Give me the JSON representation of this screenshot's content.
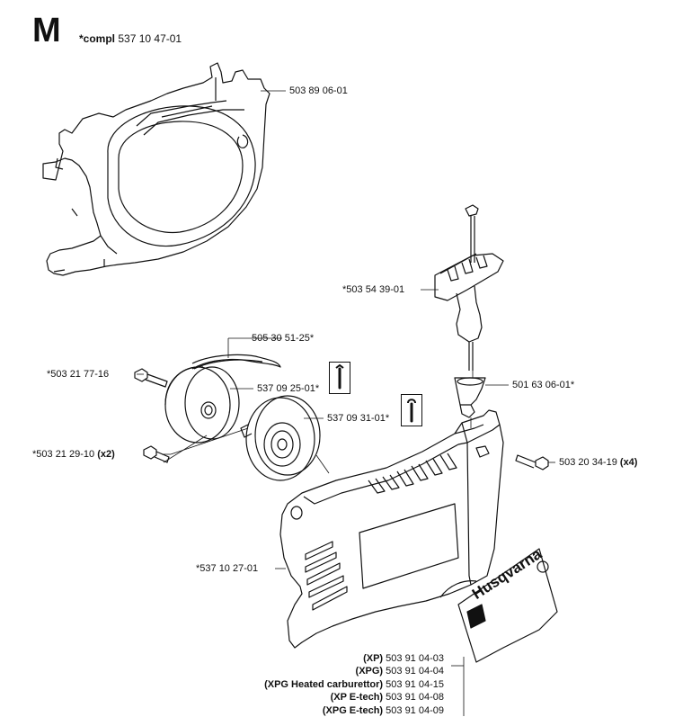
{
  "section": "M",
  "compl": {
    "prefix": "*compl",
    "number": "537 10 47-01"
  },
  "labels": {
    "housing": "503 89 06-01",
    "handle": "*503 54 39-01",
    "rope": "505 30 51-25*",
    "screw_pulley": "*503 21 77-16",
    "pulley": "537 09 25-01*",
    "spring": "537 09 31-01*",
    "guide": "501 63 06-01*",
    "screw_bottom": "*503 21 29-10",
    "screw_bottom_qty": "(x2)",
    "screw_right": "503 20 34-19",
    "screw_right_qty": "(x4)",
    "cover": "*537 10 27-01"
  },
  "decal_text": "Husqvarna",
  "variants": [
    {
      "model": "(XP)",
      "number": "503 91 04-03"
    },
    {
      "model": "(XPG)",
      "number": "503 91 04-04"
    },
    {
      "model": "(XPG Heated carburettor)",
      "number": "503 91 04-15"
    },
    {
      "model": "(XP E-tech)",
      "number": "503 91 04-08"
    },
    {
      "model": "(XPG E-tech)",
      "number": "503 91 04-09"
    }
  ]
}
